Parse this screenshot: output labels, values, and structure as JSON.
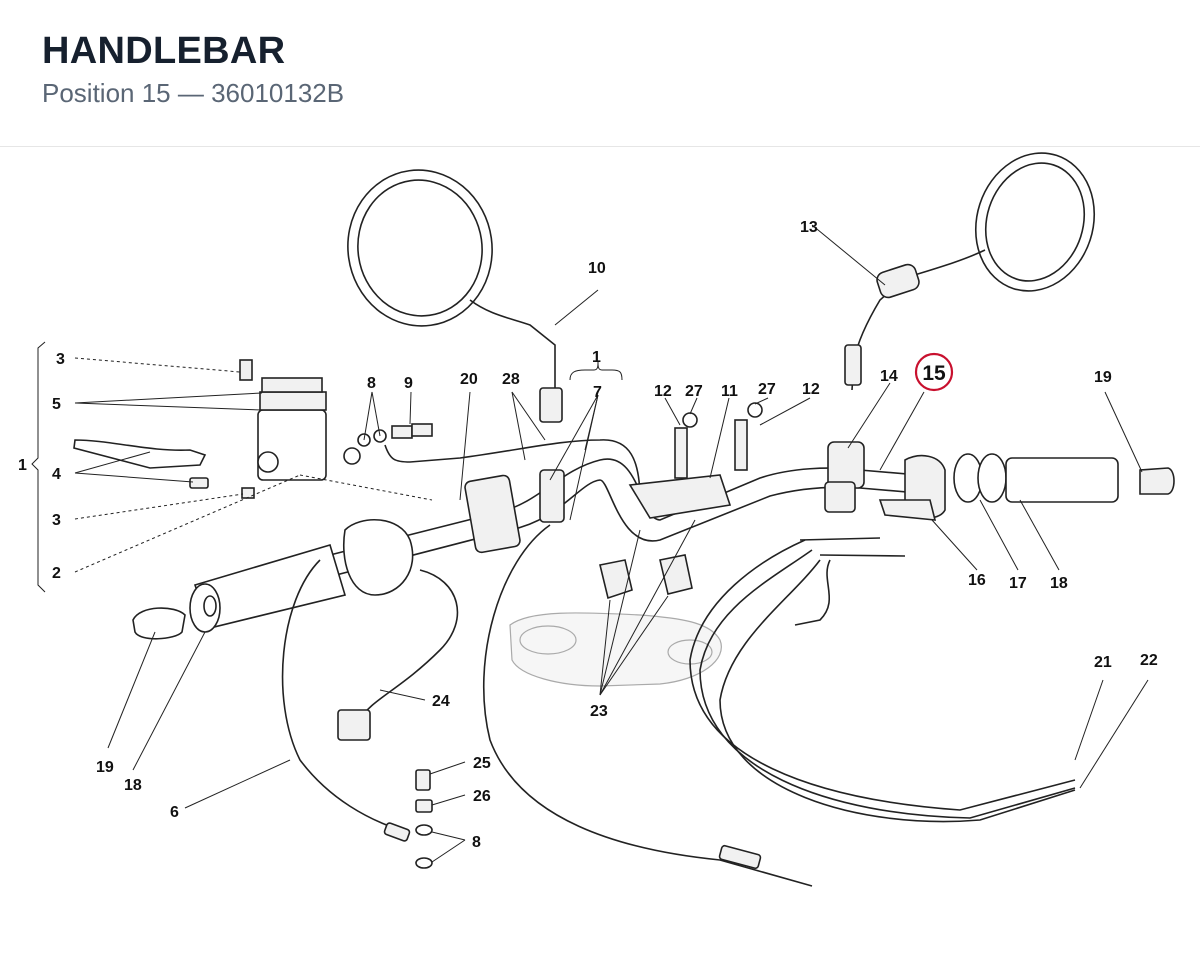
{
  "header": {
    "title": "HANDLEBAR",
    "subtitle": "Position 15 — 36010132B"
  },
  "highlight": {
    "label": "15",
    "color": "#c8102e"
  },
  "callouts": {
    "c1_left": "1",
    "c1_top": "1",
    "c2": "2",
    "c3_top": "3",
    "c3_bottom": "3",
    "c4": "4",
    "c5": "5",
    "c6": "6",
    "c7": "7",
    "c8_top": "8",
    "c8_bottom": "8",
    "c9": "9",
    "c10": "10",
    "c11": "11",
    "c12_a": "12",
    "c12_b": "12",
    "c13": "13",
    "c14": "14",
    "c16": "16",
    "c17": "17",
    "c18_left": "18",
    "c18_right": "18",
    "c19_left": "19",
    "c19_right": "19",
    "c20": "20",
    "c21": "21",
    "c22": "22",
    "c23": "23",
    "c24": "24",
    "c25": "25",
    "c26": "26",
    "c27_a": "27",
    "c27_b": "27",
    "c28": "28"
  }
}
